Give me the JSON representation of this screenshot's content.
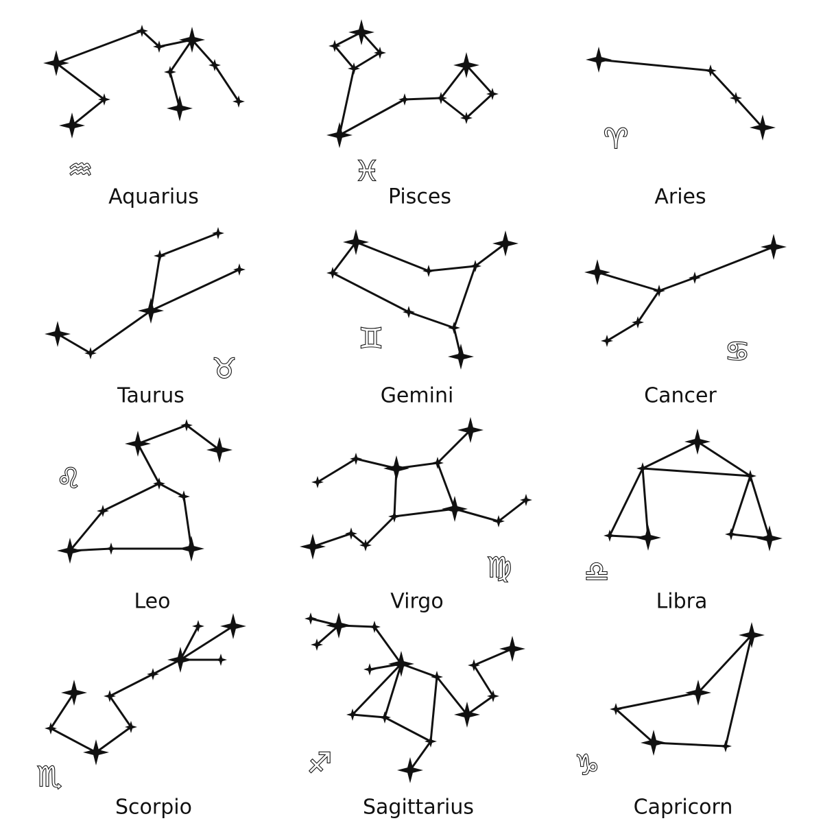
{
  "constellations": [
    {
      "name": "Aquarius",
      "symbol": "♒"
    },
    {
      "name": "Pisces",
      "symbol": "♓"
    },
    {
      "name": "Aries",
      "symbol": "♈"
    },
    {
      "name": "Taurus",
      "symbol": "♉"
    },
    {
      "name": "Gemini",
      "symbol": "♊"
    },
    {
      "name": "Cancer",
      "symbol": "♋"
    },
    {
      "name": "Leo",
      "symbol": "♌"
    },
    {
      "name": "Virgo",
      "symbol": "♍"
    },
    {
      "name": "Libra",
      "symbol": "♎"
    },
    {
      "name": "Scorpio",
      "symbol": "♏"
    },
    {
      "name": "Sagittarius",
      "symbol": "♐"
    },
    {
      "name": "Capricorn",
      "symbol": "♑"
    }
  ],
  "colors": {
    "ink": "#111111",
    "background": "#ffffff"
  }
}
